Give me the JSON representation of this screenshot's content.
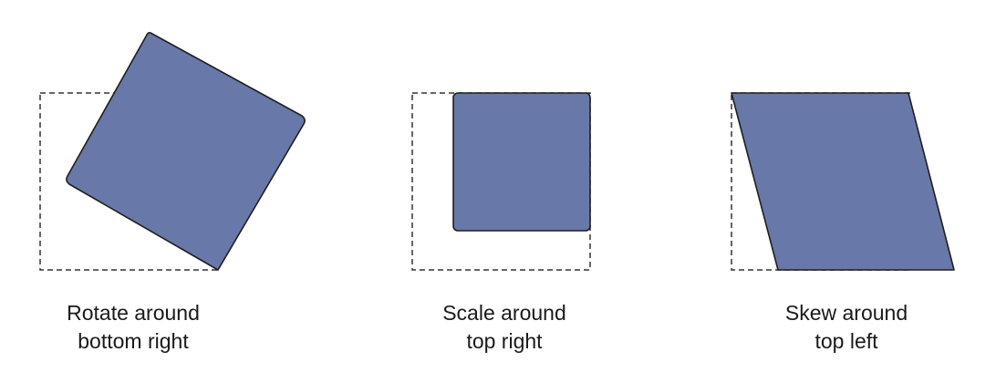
{
  "colors": {
    "shape_fill": "#6878a8",
    "shape_stroke": "#1f1f1f",
    "outline_stroke": "#333333"
  },
  "panels": [
    {
      "id": "rotate",
      "transform": "rotate",
      "origin": "bottom right",
      "caption_line1": "Rotate around",
      "caption_line2": "bottom right"
    },
    {
      "id": "scale",
      "transform": "scale",
      "origin": "top right",
      "caption_line1": "Scale around",
      "caption_line2": "top right"
    },
    {
      "id": "skew",
      "transform": "skew",
      "origin": "top left",
      "caption_line1": "Skew around",
      "caption_line2": "top left"
    }
  ]
}
